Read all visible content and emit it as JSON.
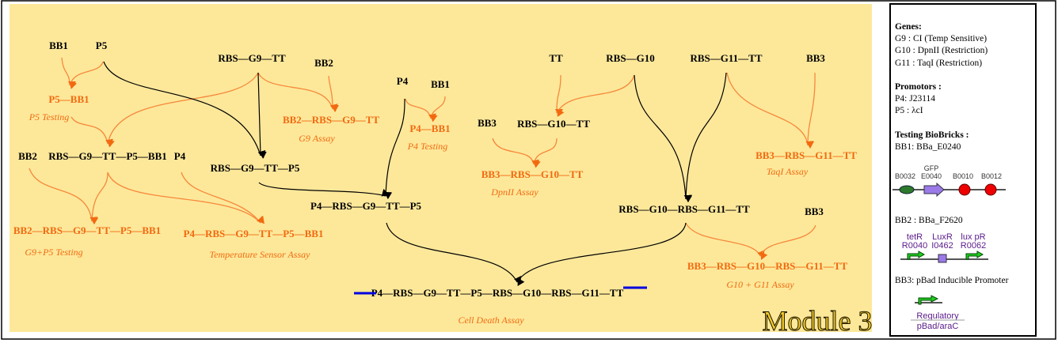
{
  "colors": {
    "panel": "#fde89a",
    "orange": "#f26a10",
    "blue": "#0000e0"
  },
  "nodes": {
    "bb1_a": "BB1",
    "p5_a": "P5",
    "p5_bb1": "P5—BB1",
    "p5_testing": "P5 Testing",
    "rbs_g9_tt": "RBS—G9—TT",
    "bb2_a": "BB2",
    "bb2_rbs_g9_tt": "BB2—RBS—G9—TT",
    "g9_assay": "G9 Assay",
    "bb2_b": "BB2",
    "rbs_g9_tt_p5_bb1": "RBS—G9—TT—P5—BB1",
    "p4_a": "P4",
    "rbs_g9_tt_p5": "RBS—G9—TT—P5",
    "bb2_full": "BB2—RBS—G9—TT—P5—BB1",
    "g9p5_testing": "G9+P5 Testing",
    "p4_full": "P4—RBS—G9—TT—P5—BB1",
    "temp_assay": "Temperature Sensor Assay",
    "p4_b": "P4",
    "bb1_b": "BB1",
    "p4_bb1": "P4—BB1",
    "p4_testing": "P4 Testing",
    "p4_rbs_g9_tt_p5": "P4—RBS—G9—TT—P5",
    "tt": "TT",
    "rbs_g10": "RBS—G10",
    "rbs_g11_tt": "RBS—G11—TT",
    "bb3_a": "BB3",
    "bb3_b": "BB3",
    "rbs_g10_tt": "RBS—G10—TT",
    "bb3_rbs_g10_tt": "BB3—RBS—G10—TT",
    "dpnii_assay": "DpnII Assay",
    "bb3_rbs_g11_tt": "BB3—RBS—G11—TT",
    "taqi_assay": "TaqI Assay",
    "rbs_g10_rbs_g11_tt": "RBS—G10—RBS—G11—TT",
    "bb3_c": "BB3",
    "bb3_g10_g11": "BB3—RBS—G10—RBS—G11—TT",
    "g10g11_assay": "G10 + G11 Assay",
    "final": "P4—RBS—G9—TT—P5—RBS—G10—RBS—G11—TT",
    "cell_death_assay": "Cell Death Assay",
    "module": "Module 3"
  },
  "legend": {
    "genes_title": "Genes:",
    "genes": [
      "G9 : CI (Temp Sensitive)",
      "G10 : DpnII (Restriction)",
      "G11 : TaqI (Restriction)"
    ],
    "promotors_title": "Promotors :",
    "promotors": [
      "P4: J23114",
      "P5 : λcI"
    ],
    "testing_title": "Testing BioBricks :",
    "bb1": "BB1:   BBa_E0240",
    "bb1_parts": {
      "gfp": "GFP",
      "p1": "B0032",
      "p2": "E0040",
      "p3": "B0010",
      "p4": "B0012"
    },
    "bb2": "BB2 :  BBa_F2620",
    "bb2_parts": {
      "n1": "tetR",
      "n2": "LuxR",
      "n3": "lux pR",
      "p1": "R0040",
      "p2": "I0462",
      "p3": "R0062"
    },
    "bb3": "BB3: pBad Inducible Promoter",
    "bb3_parts": {
      "n1": "Regulatory",
      "p1": "pBad/araC"
    }
  }
}
